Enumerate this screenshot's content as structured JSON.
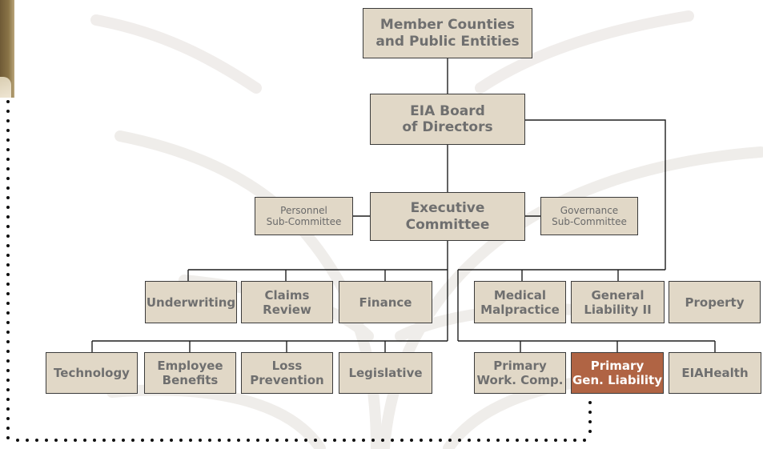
{
  "chart": {
    "nodes": {
      "member": "Member Counties\nand Public Entities",
      "board": "EIA Board\nof Directors",
      "executive": "Executive\nCommittee",
      "personnel": "Personnel\nSub-Committee",
      "governance": "Governance\nSub-Committee",
      "underwriting": "Underwriting",
      "claims": "Claims\nReview",
      "finance": "Finance",
      "medical": "Medical\nMalpractice",
      "general": "General\nLiability II",
      "property": "Property",
      "technology": "Technology",
      "employee": "Employee\nBenefits",
      "loss": "Loss\nPrevention",
      "legislative": "Legislative",
      "primary_wc": "Primary\nWork. Comp.",
      "primary_gl": "Primary\nGen. Liability",
      "eiahealth": "EIAHealth"
    },
    "highlight_color": "#b06444",
    "box_color": "#e1d8c7"
  }
}
